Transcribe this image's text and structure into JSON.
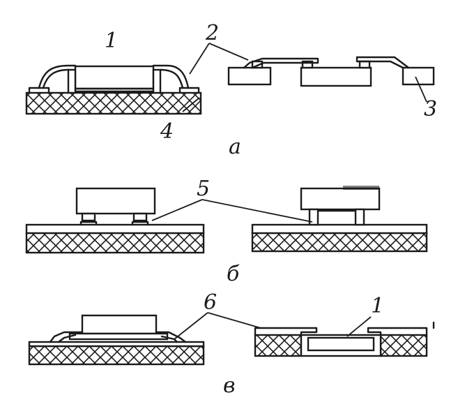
{
  "labels": {
    "chip_top": "1",
    "lead_wire": "2",
    "pad_right": "3",
    "substrate": "4",
    "bump": "5",
    "beam": "6",
    "chip_recessed": "1"
  },
  "subfigures": {
    "a": "а",
    "b": "б",
    "c": "в"
  }
}
